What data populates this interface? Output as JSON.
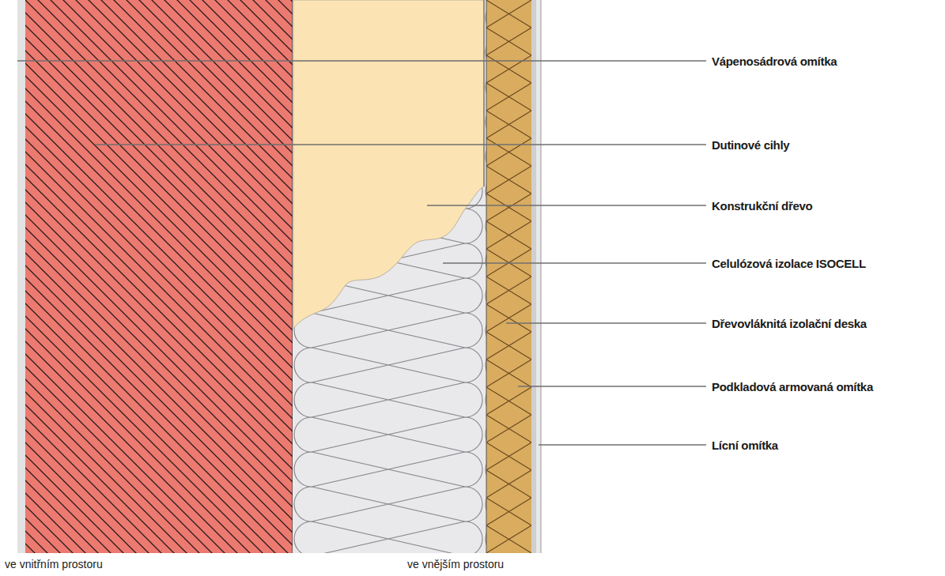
{
  "diagram": {
    "labels": [
      "Vápenosádrová omítka",
      "Dutinové cihly",
      "Konstrukční dřevo",
      "Celulózová izolace ISOCELL",
      "Dřevovláknitá izolační deska",
      "Podkladová armovaná omítka",
      "Lícní omítka",
      "ve vnitřním prostoru",
      "ve vnějším prostoru"
    ]
  }
}
